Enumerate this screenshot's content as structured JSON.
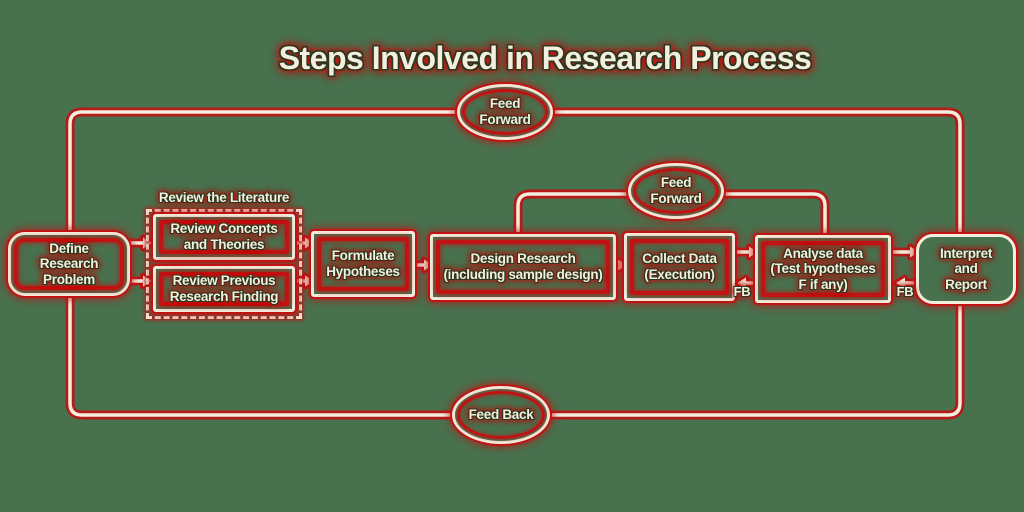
{
  "title": "Steps Involved in Research Process",
  "colors": {
    "background": "#48714e",
    "accent_red": "#c01313",
    "stroke_cream": "#f2efdf",
    "text_rim": "#2d371e"
  },
  "nodes": {
    "define": {
      "label": "Define Research\nProblem"
    },
    "literature_group": {
      "label": "Review the Literature"
    },
    "review_concepts": {
      "label": "Review Concepts\nand Theories"
    },
    "review_previous": {
      "label": "Review Previous\nResearch Finding"
    },
    "formulate": {
      "label": "Formulate\nHypotheses"
    },
    "design": {
      "label": "Design Research\n(including sample design)"
    },
    "collect": {
      "label": "Collect Data\n(Execution)"
    },
    "analyse": {
      "label": "Analyse data\n(Test hypotheses\nF if any)"
    },
    "interpret": {
      "label": "Interpret\nand\nReport"
    }
  },
  "loops": {
    "feed_forward_outer": {
      "label": "Feed\nForward"
    },
    "feed_forward_inner": {
      "label": "Feed\nForward"
    },
    "feed_back": {
      "label": "Feed Back"
    }
  },
  "edge_labels": {
    "fb_collect": "FB",
    "fb_interpret": "FB"
  }
}
